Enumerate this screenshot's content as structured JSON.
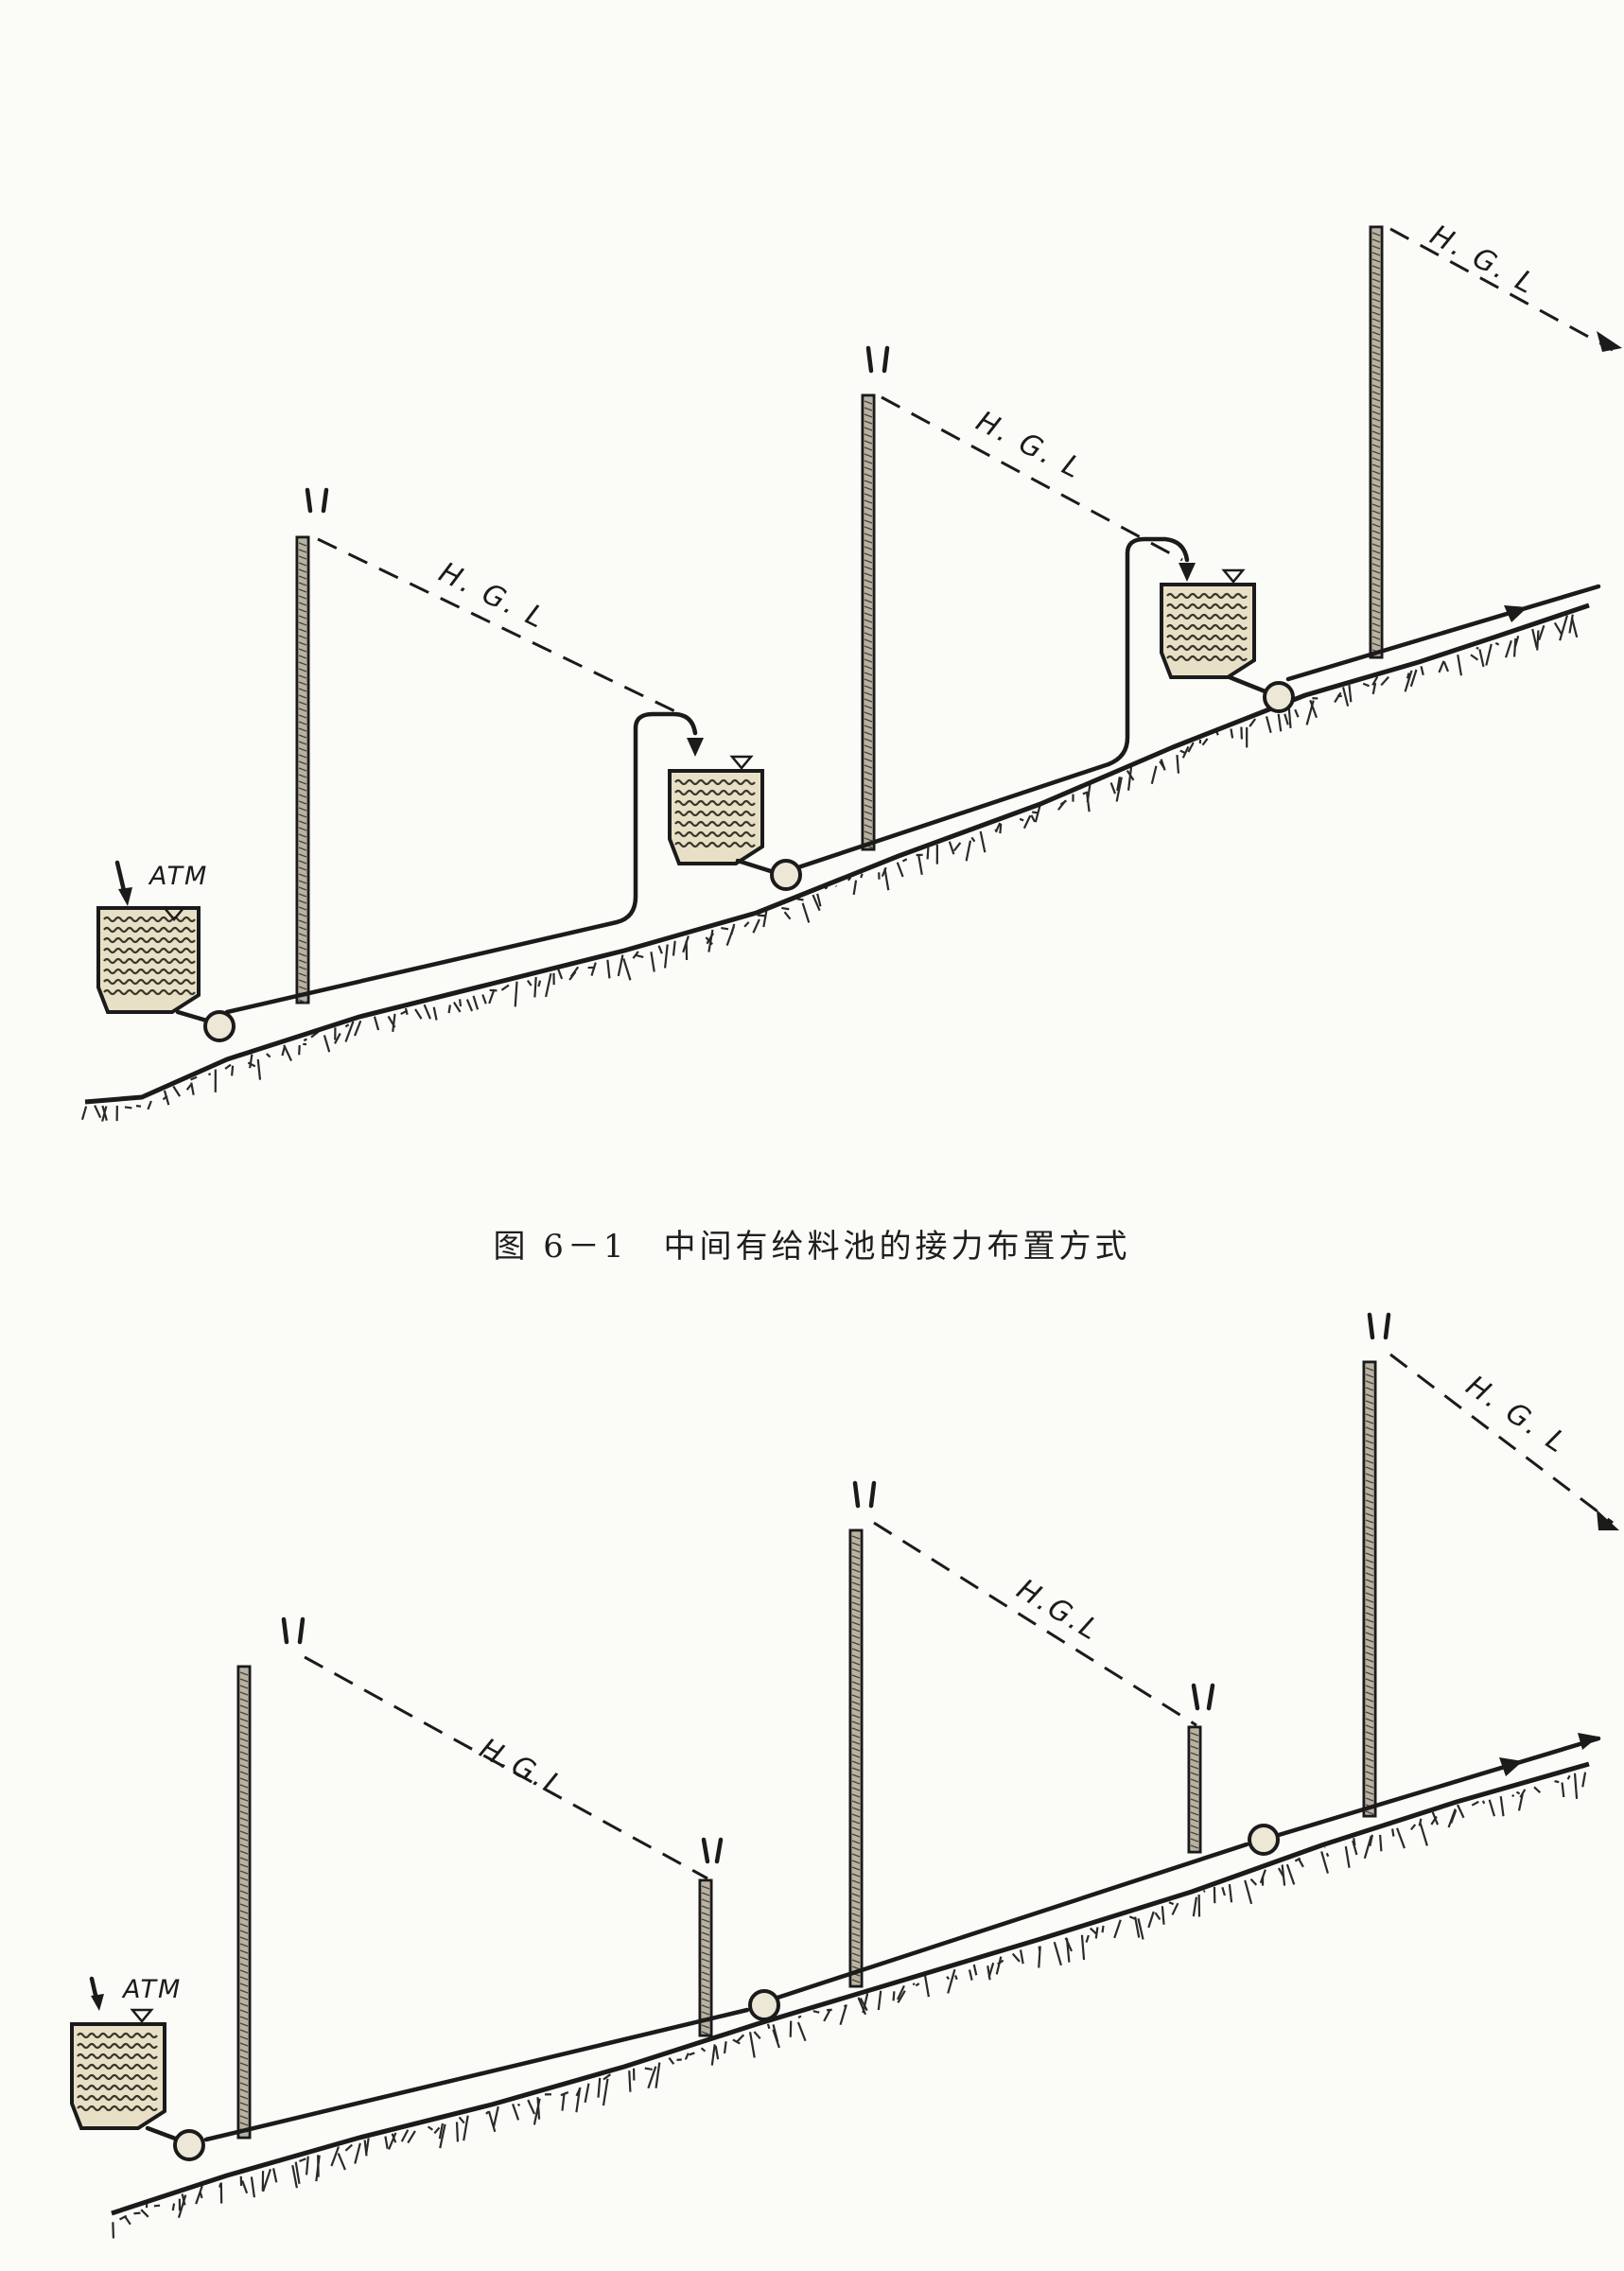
{
  "caption": "图 6－1　中间有给料池的接力布置方式",
  "labels": {
    "hgl": "H.G.L",
    "hgl_spaced": "H. G. L",
    "atm": "ATM"
  },
  "colors": {
    "ink": "#1b1b1b",
    "paper": "#fbfbf8",
    "tank_fill": "#e8e0c6",
    "standpipe_fill": "#b9b2a2"
  },
  "icons": {
    "pump": "pump-icon",
    "tank": "feed-tank-icon",
    "standpipe": "standpipe-icon",
    "flow_arrow": "arrow-icon",
    "atm_arrow": "arrow-down-icon"
  }
}
